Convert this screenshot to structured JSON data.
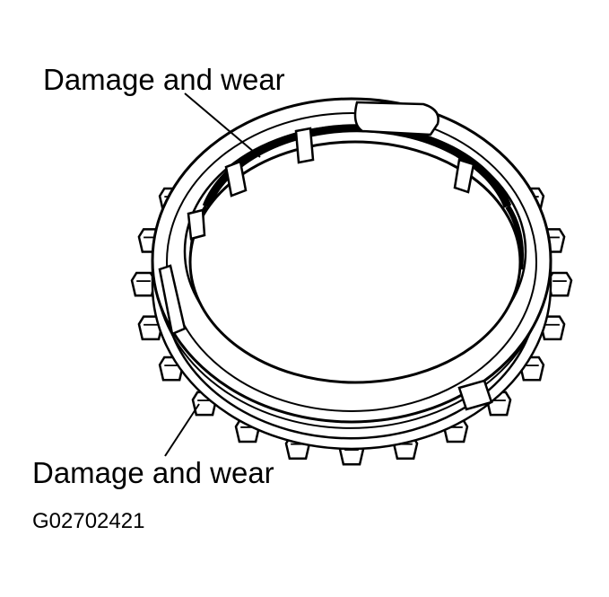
{
  "labels": {
    "top_callout": "Damage and wear",
    "bottom_callout": "Damage and wear",
    "figure_code": "G02702421"
  },
  "colors": {
    "ink": "#000000",
    "paper": "#ffffff"
  },
  "diagram": {
    "subject-icon": "synchronizer-ring",
    "tooth_count": 24
  }
}
